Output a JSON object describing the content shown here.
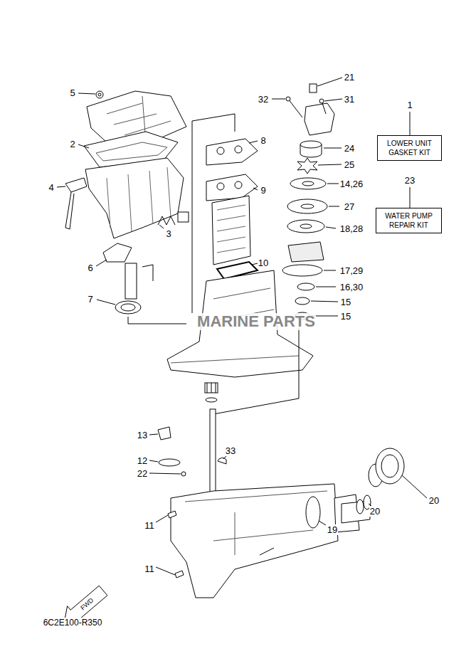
{
  "diagram": {
    "nodes": [
      {
        "text": [
          "LOWER UNIT GASKET KIT"
        ]
      },
      {
        "text": [
          "WATER PUMP REPAIR KIT"
        ]
      }
    ],
    "labels": [
      "5",
      "21",
      "32",
      "31",
      "1",
      "2",
      "8",
      "24",
      "25",
      "14,26",
      "23",
      "4",
      "9",
      "3",
      "27",
      "18,28",
      "6",
      "10",
      "17,29",
      "16,30",
      "7",
      "15",
      "15",
      "13",
      "33",
      "12",
      "22",
      "11",
      "20",
      "20",
      "19",
      "11",
      "FWD",
      "6C2E100-R350",
      "MARINE PARTS"
    ]
  }
}
